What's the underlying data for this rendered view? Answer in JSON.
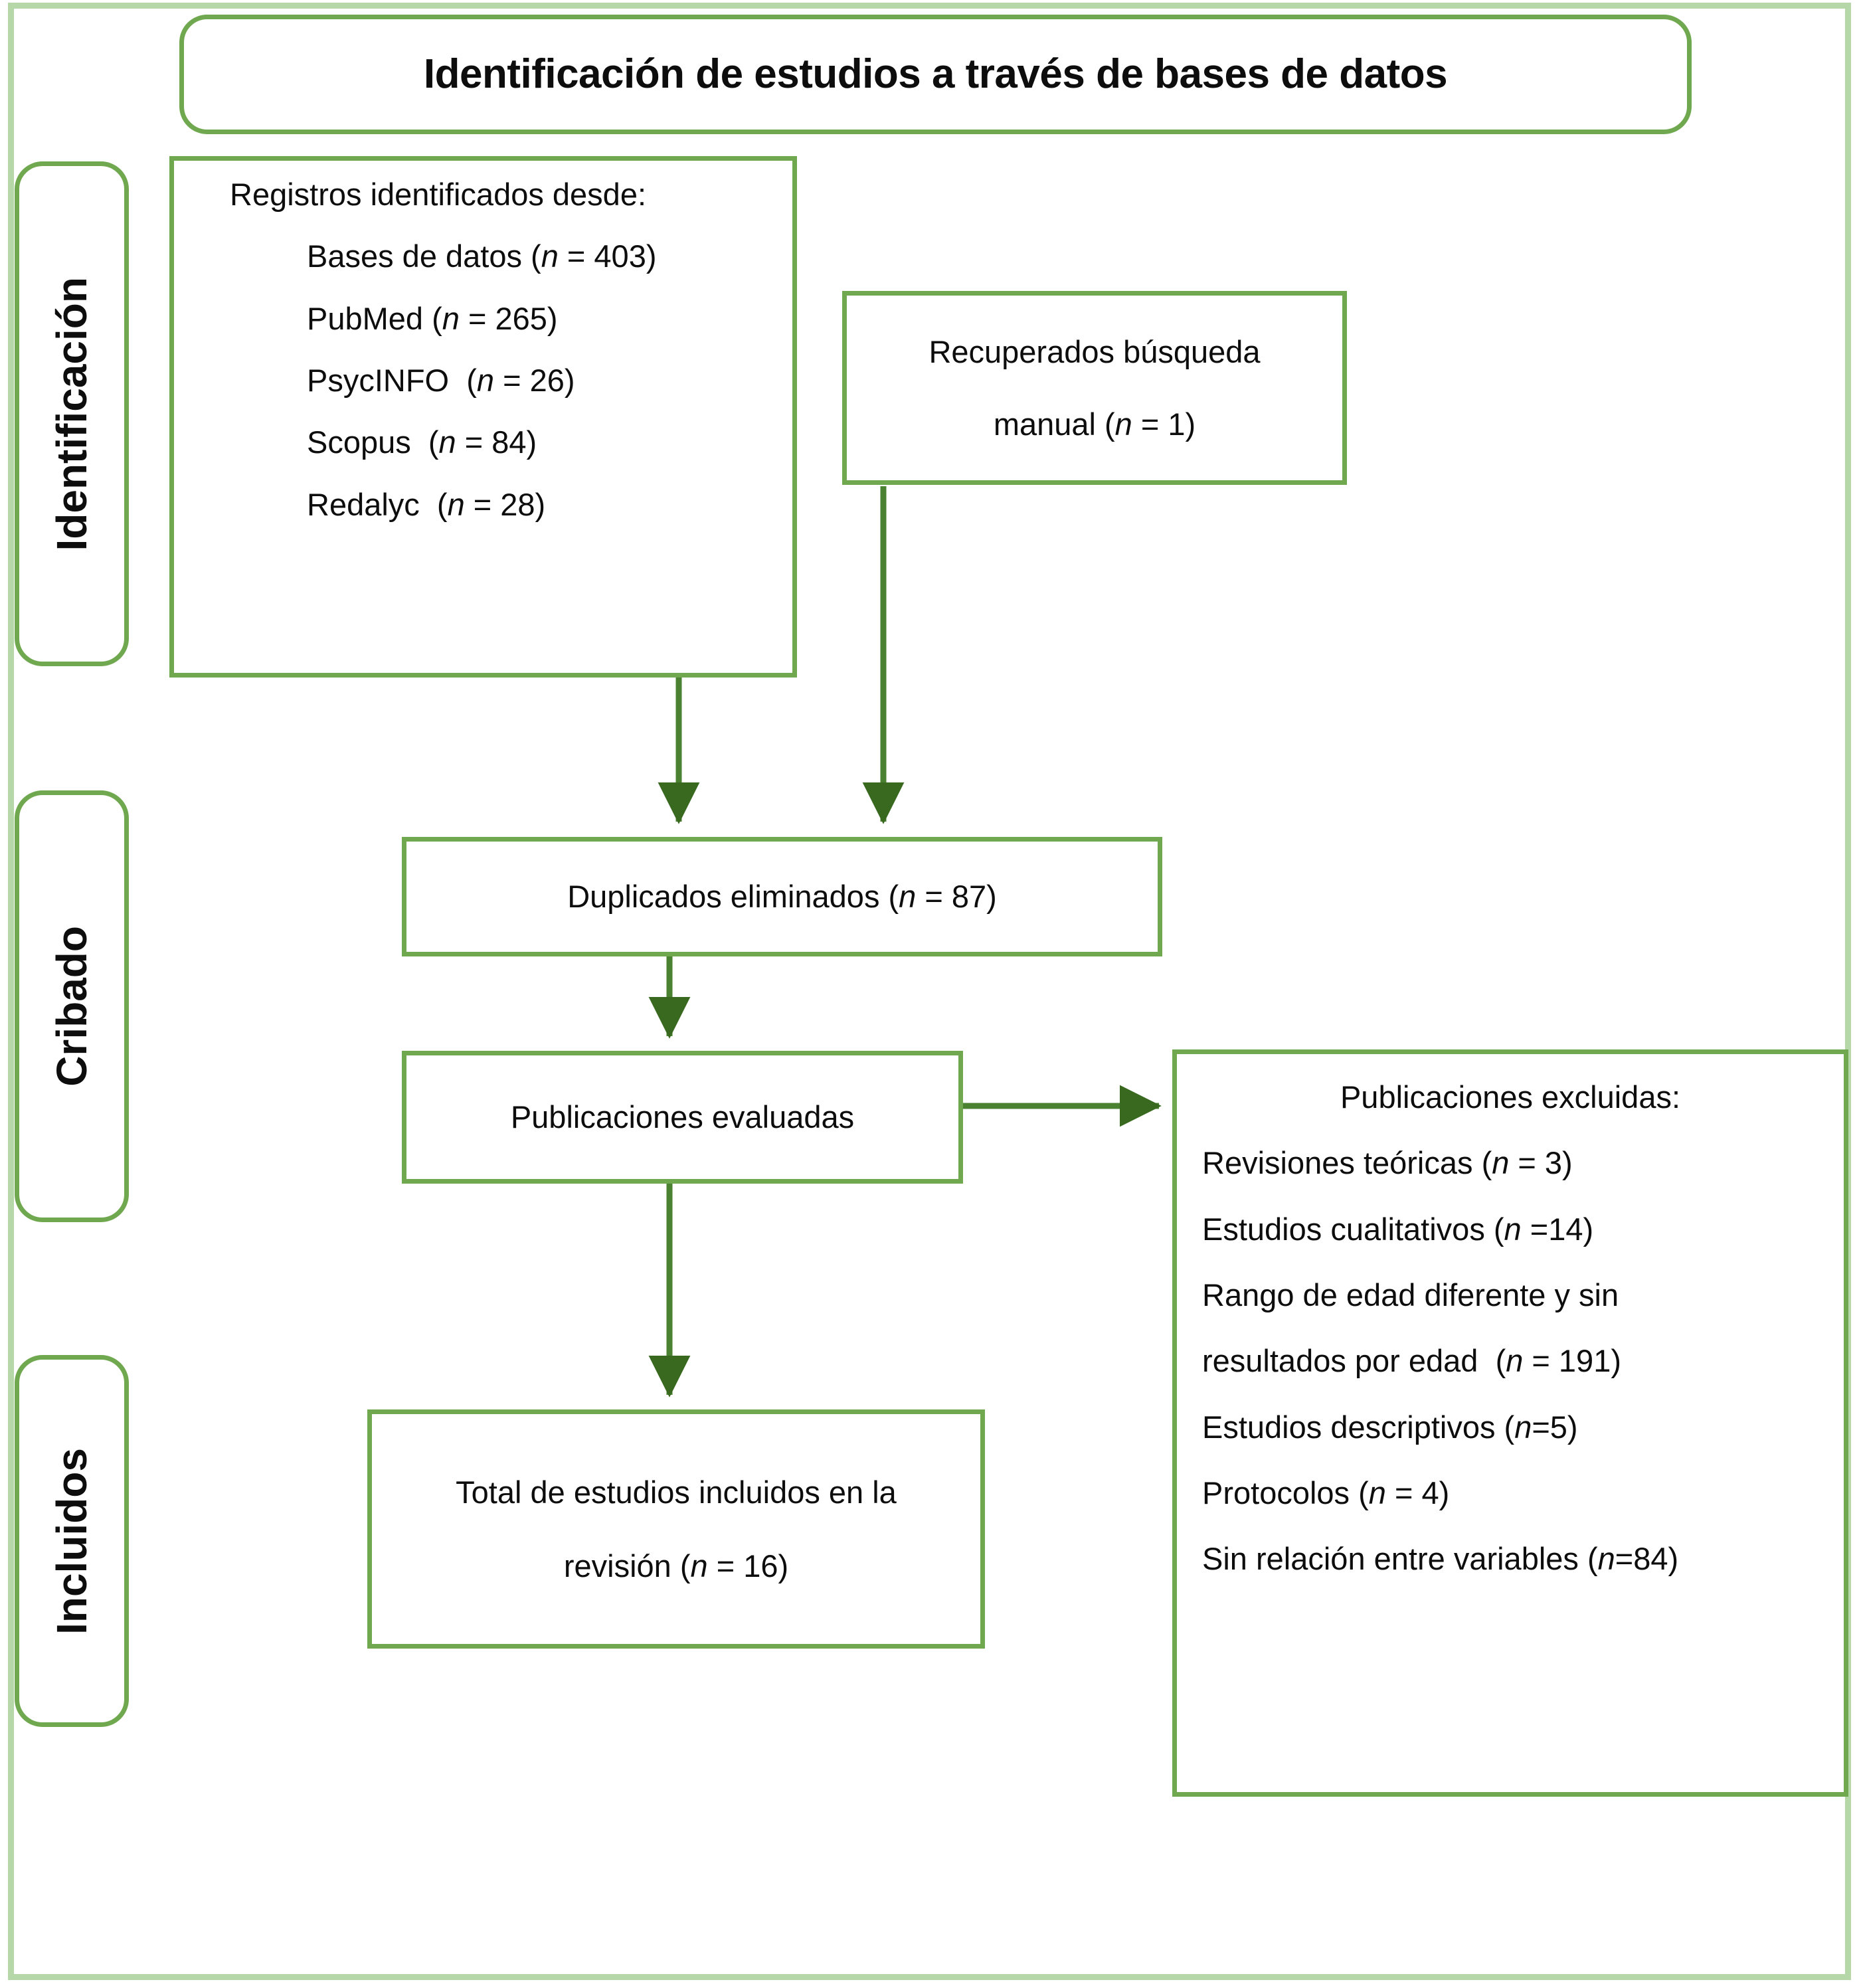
{
  "title": {
    "text": "Identificación de estudios a través de bases de datos"
  },
  "stages": [
    {
      "id": "identificacion",
      "label": "Identificación"
    },
    {
      "id": "cribado",
      "label": "Cribado"
    },
    {
      "id": "incluidos",
      "label": "Incluidos"
    }
  ],
  "boxes": {
    "records": {
      "heading": "Registros identificados desde:",
      "sources": [
        "Bases de datos (n = 403)",
        "PubMed (n = 265)",
        "PsycINFO  (n = 26)",
        "Scopus  (n = 84)",
        "Redalyc  (n = 28)"
      ]
    },
    "manual": {
      "line1": "Recuperados búsqueda",
      "line2": "manual (n = 1)"
    },
    "duplicates": {
      "text": "Duplicados eliminados (n = 87)"
    },
    "screened": {
      "text": "Publicaciones evaluadas"
    },
    "included": {
      "line1": "Total de estudios incluidos en la",
      "line2": "revisión (n = 16)"
    },
    "excluded": {
      "heading": "Publicaciones excluidas:",
      "reasons": [
        "Revisiones teóricas (n = 3)",
        "Estudios cualitativos (n =14)",
        "Rango de edad diferente y sin",
        "resultados por edad  (n = 191)",
        "Estudios descriptivos (n=5)",
        "Protocolos (n = 4)",
        "Sin relación entre variables (n=84)"
      ]
    }
  },
  "chart_data": {
    "type": "diagram",
    "diagram_kind": "prisma-flow",
    "title": "Identificación de estudios a través de bases de datos",
    "stages": [
      "Identificación",
      "Cribado",
      "Incluidos"
    ],
    "nodes": [
      {
        "id": "records",
        "stage": "Identificación",
        "label": "Registros identificados desde:",
        "items": [
          {
            "source": "Bases de datos",
            "n": 403
          },
          {
            "source": "PubMed",
            "n": 265
          },
          {
            "source": "PsycINFO",
            "n": 26
          },
          {
            "source": "Scopus",
            "n": 84
          },
          {
            "source": "Redalyc",
            "n": 28
          }
        ]
      },
      {
        "id": "manual",
        "stage": "Identificación",
        "label": "Recuperados búsqueda manual",
        "n": 1
      },
      {
        "id": "duplicates",
        "stage": "Cribado",
        "label": "Duplicados eliminados",
        "n": 87
      },
      {
        "id": "screened",
        "stage": "Cribado",
        "label": "Publicaciones evaluadas",
        "n": null
      },
      {
        "id": "excluded",
        "stage": "Cribado",
        "label": "Publicaciones excluidas:",
        "items": [
          {
            "reason": "Revisiones teóricas",
            "n": 3
          },
          {
            "reason": "Estudios cualitativos",
            "n": 14
          },
          {
            "reason": "Rango de edad diferente y sin resultados por edad",
            "n": 191
          },
          {
            "reason": "Estudios descriptivos",
            "n": 5
          },
          {
            "reason": "Protocolos",
            "n": 4
          },
          {
            "reason": "Sin relación entre variables",
            "n": 84
          }
        ]
      },
      {
        "id": "included",
        "stage": "Incluidos",
        "label": "Total de estudios incluidos en la revisión",
        "n": 16
      }
    ],
    "edges": [
      {
        "from": "records",
        "to": "duplicates",
        "direction": "down"
      },
      {
        "from": "manual",
        "to": "duplicates",
        "direction": "down"
      },
      {
        "from": "duplicates",
        "to": "screened",
        "direction": "down"
      },
      {
        "from": "screened",
        "to": "excluded",
        "direction": "right"
      },
      {
        "from": "screened",
        "to": "included",
        "direction": "down"
      }
    ]
  },
  "colors": {
    "box_border": "#6fa84f",
    "page_frame": "#b6d7a8",
    "arrow_line": "#4a8232",
    "arrow_head": "#38691f",
    "text": "#0d0d0d",
    "background": "#ffffff"
  }
}
